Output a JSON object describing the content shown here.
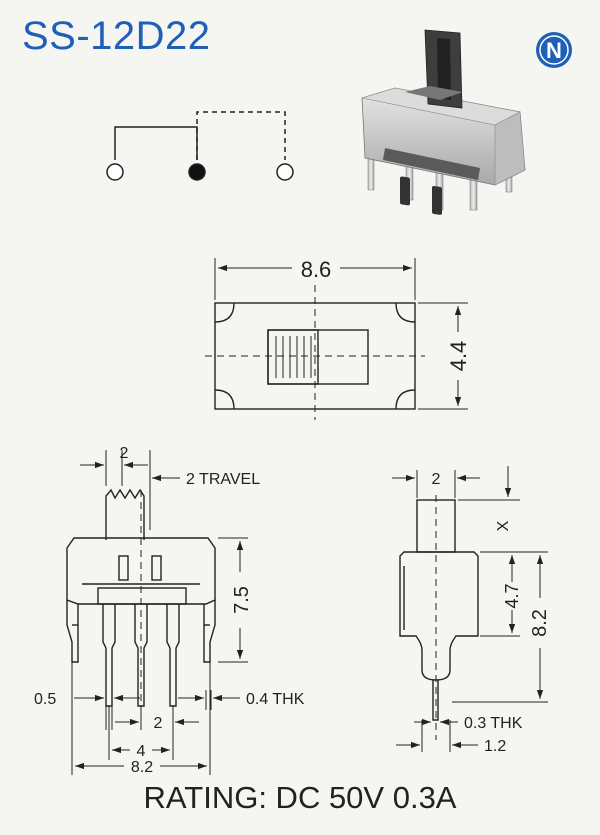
{
  "title": "SS-12D22",
  "logo_letter": "N",
  "brand_color": "#1e5fb8",
  "rating": "RATING: DC 50V 0.3A",
  "top_view": {
    "width": "8.6",
    "height": "4.4"
  },
  "front_view": {
    "actuator_width": "2",
    "travel": "2 TRAVEL",
    "body_height": "7.5",
    "pin_width": "0.5",
    "pin_thickness": "0.4 THK",
    "pin_pitch": "2",
    "outer_pin_span": "4",
    "overall_width": "8.2"
  },
  "side_view": {
    "actuator_width": "2",
    "actuator_height": "X",
    "body_height": "4.7",
    "total_height": "8.2",
    "pin_thickness": "0.3 THK",
    "pin_offset": "1.2"
  }
}
